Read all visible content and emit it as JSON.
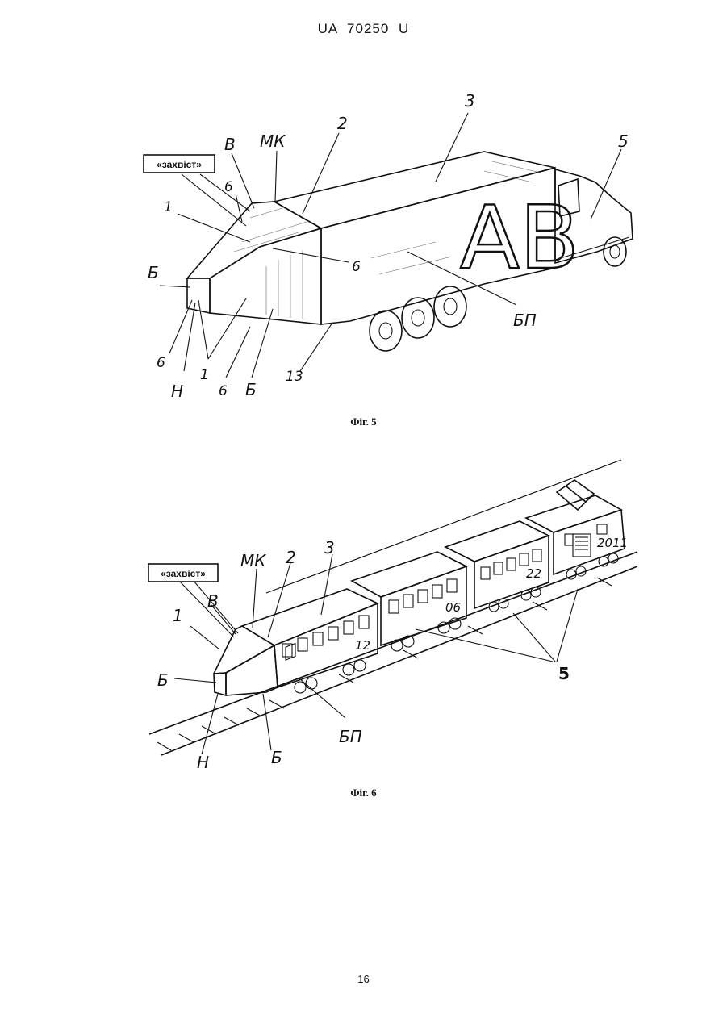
{
  "header": {
    "title": "UA   70250   U"
  },
  "figure5": {
    "caption": "Фіг. 5",
    "callout_box": "«захвіст»",
    "side_text": "AB",
    "labels": {
      "b": "В",
      "mk": "МК",
      "two": "2",
      "three": "3",
      "five": "5",
      "six_top": "6",
      "one_top": "1",
      "six_mid": "6",
      "b_left": "Б",
      "six_left": "6",
      "one_bottom": "1",
      "n": "Н",
      "six_bottom": "6",
      "b_bottom": "Б",
      "thirteen": "13",
      "bp": "БП"
    }
  },
  "figure6": {
    "caption": "Фіг. 6",
    "callout_box": "«захвіст»",
    "car_numbers": [
      "12",
      "06",
      "22",
      "2011"
    ],
    "labels": {
      "mk": "МК",
      "two": "2",
      "three": "3",
      "b": "В",
      "one": "1",
      "b_left": "Б",
      "n": "Н",
      "b_bottom": "Б",
      "bp": "БП",
      "five": "5"
    }
  },
  "footer": {
    "page_number": "16"
  }
}
